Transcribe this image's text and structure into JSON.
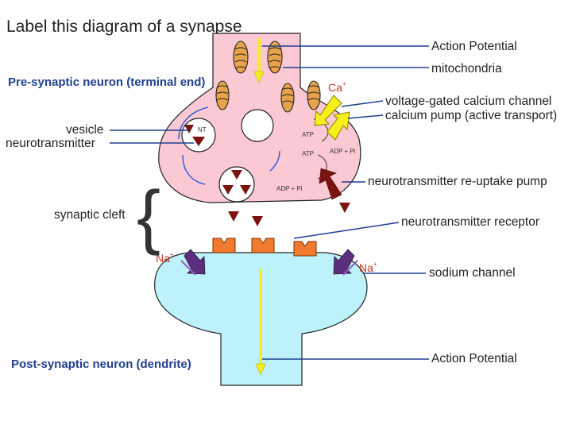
{
  "title": "Label this diagram of a synapse",
  "regions": {
    "pre": "Pre-synaptic neuron (terminal end)",
    "post": "Post-synaptic neuron (dendrite)",
    "cleft": "synaptic cleft"
  },
  "labels": {
    "action_potential_top": "Action Potential",
    "mitochondria": "mitochondria",
    "vgcc": "voltage-gated calcium channel",
    "ca_pump": "calcium pump (active transport)",
    "vesicle": "vesicle",
    "neurotransmitter": "neurotransmitter",
    "reuptake": "neurotransmitter re-uptake pump",
    "receptor": "neurotransmitter receptor",
    "sodium": "sodium channel",
    "action_potential_bottom": "Action Potential"
  },
  "ions": {
    "ca": "Ca",
    "ca_sup": "+",
    "na_left": "Na",
    "na_right": "Na",
    "na_sup": "+"
  },
  "small_text": {
    "nt": "NT",
    "atp1": "ATP",
    "atp2": "ATP",
    "adp1": "ADP + Pi",
    "adp2": "ADP + Pi"
  },
  "colors": {
    "pre_fill": "#fbc9d3",
    "post_fill": "#bdf2fb",
    "mito_fill": "#e8a24a",
    "arrow_yellow": "#f7ef1a",
    "nt_red": "#7b1410",
    "receptor": "#f07a2e",
    "channel_purple": "#5b2f7e",
    "label_blue": "#1f3f8f",
    "ion_red": "#c0392b"
  }
}
